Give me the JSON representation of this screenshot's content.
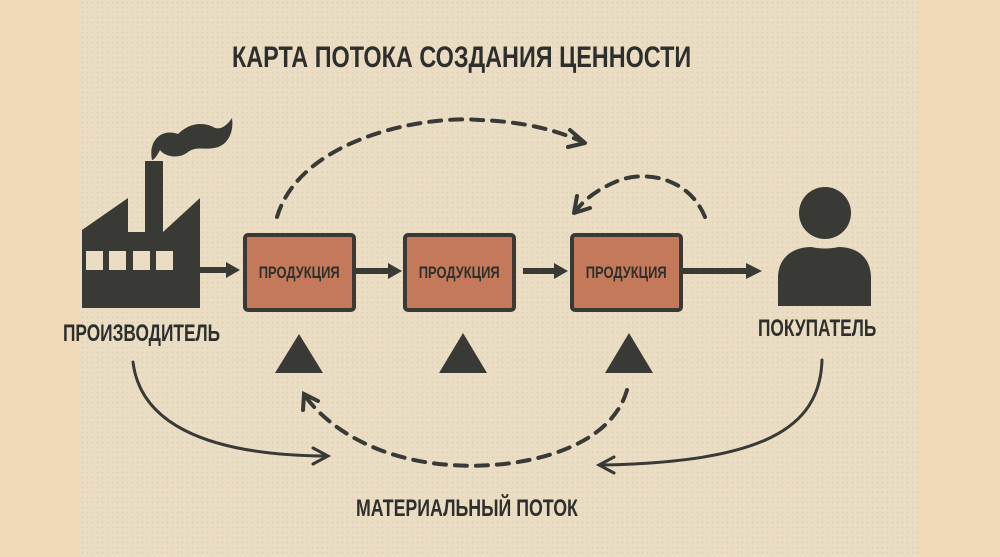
{
  "title": "КАРТА ПОТОКА СОЗДАНИЯ ЦЕННОСТИ",
  "nodes": {
    "producer": {
      "label": "ПРОИЗВОДИТЕЛЬ",
      "icon": "factory-icon"
    },
    "customer": {
      "label": "ПОКУПАТЕЛЬ",
      "icon": "person-icon"
    },
    "process_boxes": [
      {
        "label": "ПРОДУКЦИЯ"
      },
      {
        "label": "ПРОДУКЦИЯ"
      },
      {
        "label": "ПРОДУКЦИЯ"
      }
    ],
    "inventory_markers": 3
  },
  "flows": {
    "material_flow_label": "МАТЕРИАЛЬНЫЙ ПОТОК"
  },
  "colors": {
    "background": "#EFD9B7",
    "panel": "#EADDC3",
    "box_fill": "#C47A5A",
    "ink": "#393935"
  }
}
